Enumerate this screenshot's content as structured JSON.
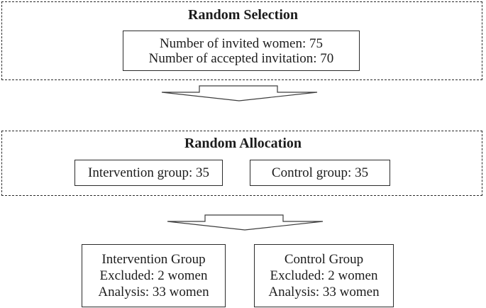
{
  "colors": {
    "background": "#ffffff",
    "border": "#2b2b2b",
    "text": "#1c1c1c",
    "arrow-stroke": "#3d3d3d"
  },
  "selection": {
    "title": "Random Selection",
    "invited": "Number of invited women: 75",
    "accepted": "Number of accepted invitation: 70"
  },
  "allocation": {
    "title": "Random Allocation",
    "intervention": "Intervention group: 35",
    "control": "Control group: 35"
  },
  "analysis": {
    "intervention": {
      "title": "Intervention Group",
      "excluded": "Excluded: 2 women",
      "analyzed": "Analysis: 33 women"
    },
    "control": {
      "title": "Control Group",
      "excluded": "Excluded: 2 women",
      "analyzed": "Analysis: 33 women"
    }
  },
  "icons": {
    "arrow_1": "down-arrow-icon",
    "arrow_2": "down-arrow-icon"
  }
}
